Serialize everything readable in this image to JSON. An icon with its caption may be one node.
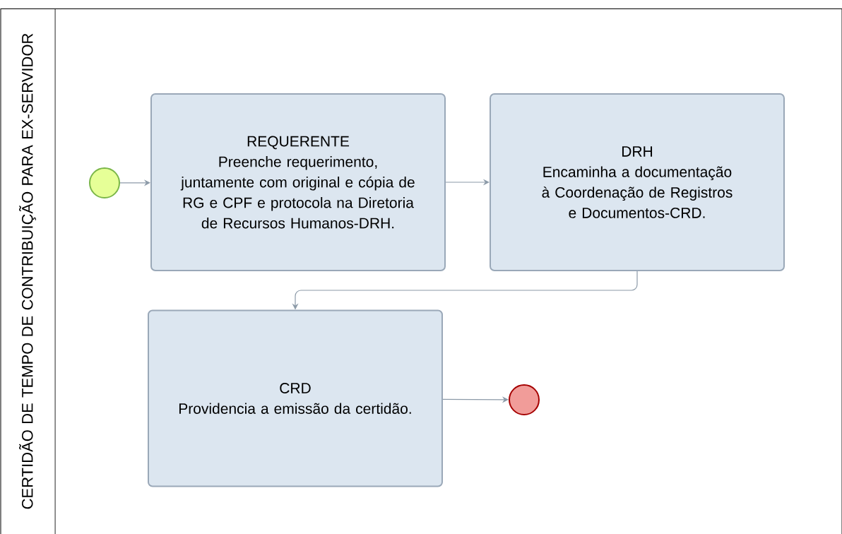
{
  "diagram": {
    "nodes": [
      {
        "text": [
          "CERTIDÃO DE TEMPO DE CONTRIBUIÇÃO PARA EX-SERVIDOR"
        ]
      },
      {
        "text": [],
        "shape": "circle",
        "in": 0
      },
      {
        "text": [
          "REQUERENTE",
          "Preenche requerimento, juntamente com original e cópia de RG e CPF e protocola na Diretoria de Recursos Humanos-DRH."
        ],
        "in": 0
      },
      {
        "text": [
          "DRH",
          "Encaminha a documentação à Coordenação de Registros e Documentos-CRD."
        ],
        "in": 0
      },
      {
        "text": [
          "CRD",
          "Providencia a emissão da certidão."
        ],
        "in": 0
      },
      {
        "text": [],
        "shape": "circle",
        "in": 0
      }
    ],
    "edges": [
      {
        "from": 1,
        "to": 2,
        "arrow": "to"
      },
      {
        "from": 2,
        "to": 3,
        "arrow": "to"
      },
      {
        "from": 3,
        "to": 4,
        "arrow": "to"
      },
      {
        "from": 4,
        "to": 5,
        "arrow": "to"
      }
    ]
  }
}
